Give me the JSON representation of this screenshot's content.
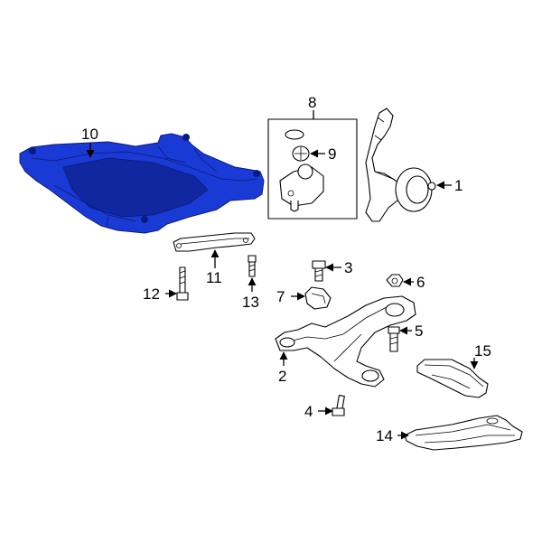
{
  "diagram": {
    "highlight_color": "#1a3ad6",
    "callouts": [
      {
        "id": "c1",
        "label": "1"
      },
      {
        "id": "c2",
        "label": "2"
      },
      {
        "id": "c3",
        "label": "3"
      },
      {
        "id": "c4",
        "label": "4"
      },
      {
        "id": "c5",
        "label": "5"
      },
      {
        "id": "c6",
        "label": "6"
      },
      {
        "id": "c7",
        "label": "7"
      },
      {
        "id": "c8",
        "label": "8"
      },
      {
        "id": "c9",
        "label": "9"
      },
      {
        "id": "c10",
        "label": "10"
      },
      {
        "id": "c11",
        "label": "11"
      },
      {
        "id": "c12",
        "label": "12"
      },
      {
        "id": "c13",
        "label": "13"
      },
      {
        "id": "c14",
        "label": "14"
      },
      {
        "id": "c15",
        "label": "15"
      }
    ]
  }
}
